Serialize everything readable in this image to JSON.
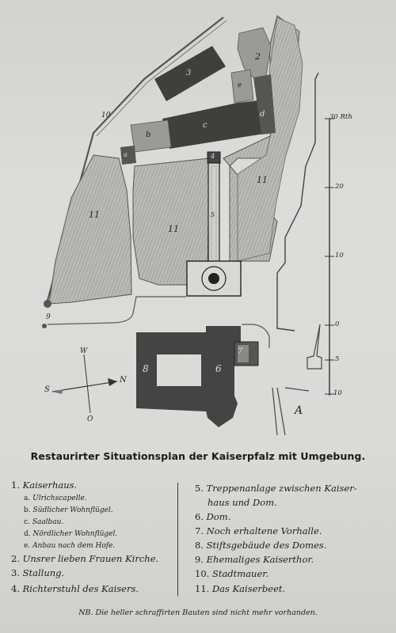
{
  "map": {
    "labels": [
      {
        "id": "n2",
        "text": "2"
      },
      {
        "id": "n3",
        "text": "3"
      },
      {
        "id": "ne",
        "text": "e"
      },
      {
        "id": "nc",
        "text": "c"
      },
      {
        "id": "nd",
        "text": "d"
      },
      {
        "id": "nb",
        "text": "b"
      },
      {
        "id": "na",
        "text": "a"
      },
      {
        "id": "n4",
        "text": "4"
      },
      {
        "id": "n5",
        "text": "5"
      },
      {
        "id": "n10",
        "text": "10"
      },
      {
        "id": "n11a",
        "text": "11"
      },
      {
        "id": "n11b",
        "text": "11"
      },
      {
        "id": "n11c",
        "text": "11"
      },
      {
        "id": "n9",
        "text": "9"
      },
      {
        "id": "n8",
        "text": "8"
      },
      {
        "id": "n6",
        "text": "6"
      },
      {
        "id": "n7",
        "text": "7"
      }
    ],
    "compass": {
      "north": "N",
      "south": "S",
      "west": "W",
      "east": "O"
    },
    "scale": {
      "top_label": "30 Rth",
      "ticks": [
        "20",
        "10",
        "0",
        "5",
        "10"
      ]
    },
    "signature": "A"
  },
  "caption": "Restaurirter Situationsplan der Kaiserpfalz mit Umgebung.",
  "legend": {
    "left": [
      {
        "kind": "main",
        "num": "1.",
        "text": "Kaiserhaus."
      },
      {
        "kind": "sub",
        "num": "a.",
        "text": "Ulrichscapelle."
      },
      {
        "kind": "sub",
        "num": "b.",
        "text": "Südlicher Wohnflügel."
      },
      {
        "kind": "sub",
        "num": "c.",
        "text": "Saalbau."
      },
      {
        "kind": "sub",
        "num": "d.",
        "text": "Nördlicher Wohnflügel."
      },
      {
        "kind": "sub",
        "num": "e.",
        "text": "Anbau nach dem Hofe."
      },
      {
        "kind": "main",
        "num": "2.",
        "text": "Unsrer lieben Frauen Kirche."
      },
      {
        "kind": "main",
        "num": "3.",
        "text": "Stallung."
      },
      {
        "kind": "main",
        "num": "4.",
        "text": "Richterstuhl des Kaisers."
      }
    ],
    "right": [
      {
        "kind": "main",
        "num": "5.",
        "text": "Treppenanlage zwischen Kaiser-"
      },
      {
        "kind": "cont",
        "num": "",
        "text": "haus und Dom."
      },
      {
        "kind": "main",
        "num": "6.",
        "text": "Dom."
      },
      {
        "kind": "main",
        "num": "7.",
        "text": "Noch erhaltene Vorhalle."
      },
      {
        "kind": "main",
        "num": "8.",
        "text": "Stiftsgebäude des Domes."
      },
      {
        "kind": "main",
        "num": "9.",
        "text": "Ehemaliges Kaiserthor."
      },
      {
        "kind": "main",
        "num": "10.",
        "text": "Stadtmauer."
      },
      {
        "kind": "main",
        "num": "11.",
        "text": "Das Kaiserbeet."
      }
    ]
  },
  "note": "NB. Die heller schraffirten Bauten sind nicht mehr vorhanden.",
  "colors": {
    "paper": "#dadad7",
    "ink": "#1d1d1d",
    "dark_building": "#3f3f3d",
    "light_building": "#9a9a96",
    "garden": "#b8b8b4"
  }
}
